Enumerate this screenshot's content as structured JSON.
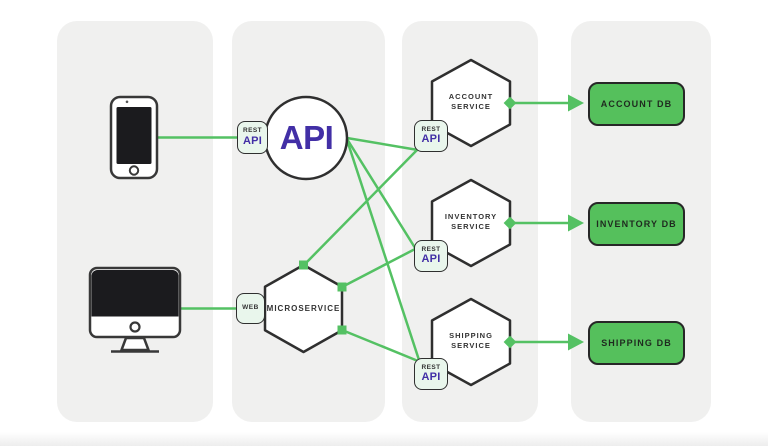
{
  "colors": {
    "bg": "#ffffff",
    "column": "#f0f0ef",
    "line-green": "#54c163",
    "node-green": "#55c05c",
    "mint": "#e9f6ec",
    "purple": "#422fa6",
    "dark": "#2f2f2f",
    "label": "#333333",
    "db-text": "#1f2a1f"
  },
  "clients": {
    "mobile": {
      "icon": "smartphone-icon"
    },
    "desktop": {
      "icon": "desktop-computer-icon"
    }
  },
  "gateway": {
    "label": "API",
    "badge_top": "REST",
    "badge_bottom": "API"
  },
  "microservice": {
    "label": "MICROSERVICE",
    "badge": "WEB"
  },
  "services": [
    {
      "name_line1": "ACCOUNT",
      "name_line2": "SERVICE",
      "badge_top": "REST",
      "badge_bottom": "API",
      "db": "ACCOUNT DB"
    },
    {
      "name_line1": "INVENTORY",
      "name_line2": "SERVICE",
      "badge_top": "REST",
      "badge_bottom": "API",
      "db": "INVENTORY DB"
    },
    {
      "name_line1": "SHIPPING",
      "name_line2": "SERVICE",
      "badge_top": "REST",
      "badge_bottom": "API",
      "db": "SHIPPING DB"
    }
  ]
}
